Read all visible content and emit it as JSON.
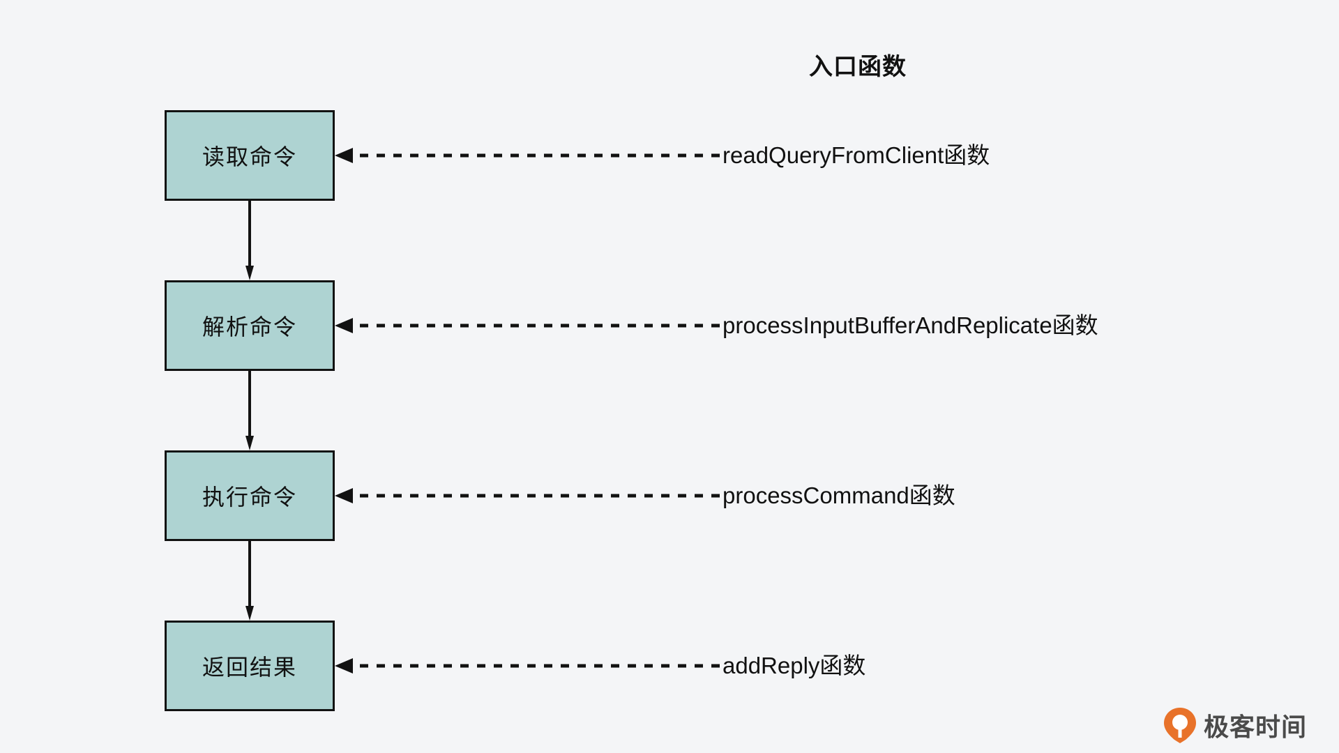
{
  "page": {
    "background_color": "#f4f5f7",
    "title": "入口函数"
  },
  "theme": {
    "box_fill": "#aed3d2",
    "box_border": "#121212",
    "text_color": "#111111",
    "connector_color": "#121212",
    "watermark_accent": "#e8722a",
    "watermark_text_color": "#4a4a4a"
  },
  "flow": {
    "steps": [
      {
        "label": "读取命令",
        "annotation": "readQueryFromClient函数",
        "connector_style": "dashed",
        "arrow_direction": "left"
      },
      {
        "label": "解析命令",
        "annotation": "processInputBufferAndReplicate函数",
        "connector_style": "dashed",
        "arrow_direction": "left"
      },
      {
        "label": "执行命令",
        "annotation": "processCommand函数",
        "connector_style": "dashed",
        "arrow_direction": "left"
      },
      {
        "label": "返回结果",
        "annotation": "addReply函数",
        "connector_style": "dashed",
        "arrow_direction": "left"
      }
    ],
    "step_connectors": [
      {
        "from": "读取命令",
        "to": "解析命令",
        "style": "solid",
        "arrow_direction": "down"
      },
      {
        "from": "解析命令",
        "to": "执行命令",
        "style": "solid",
        "arrow_direction": "down"
      },
      {
        "from": "执行命令",
        "to": "返回结果",
        "style": "solid",
        "arrow_direction": "down"
      }
    ]
  },
  "watermark": {
    "text": "极客时间",
    "logo_icon": "geektime-logo-icon"
  }
}
